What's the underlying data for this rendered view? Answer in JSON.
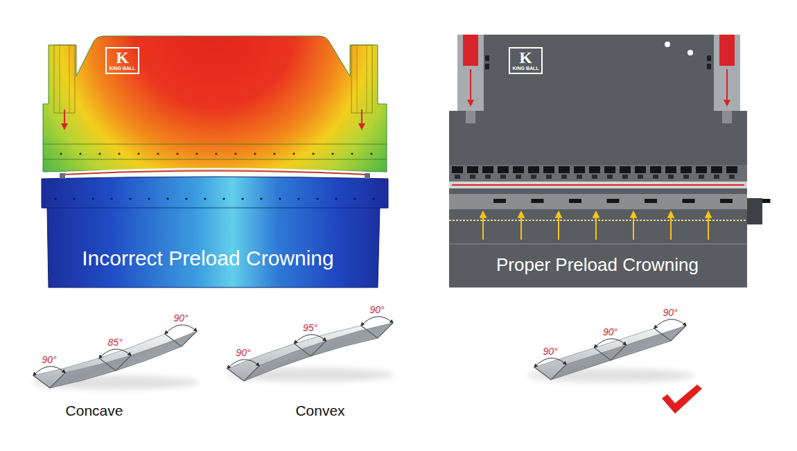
{
  "diagram": {
    "nodes": [
      {
        "text": [
          "K",
          "KING BALL"
        ]
      },
      {
        "text": [
          "K",
          "KING BALL"
        ]
      }
    ],
    "labels": [
      "Incorrect Preload Crowning",
      "Proper Preload Crowning",
      "90°",
      "85°",
      "90°",
      "Concave",
      "90°",
      "95°",
      "90°",
      "Convex",
      "90°",
      "90°",
      "90°"
    ]
  }
}
